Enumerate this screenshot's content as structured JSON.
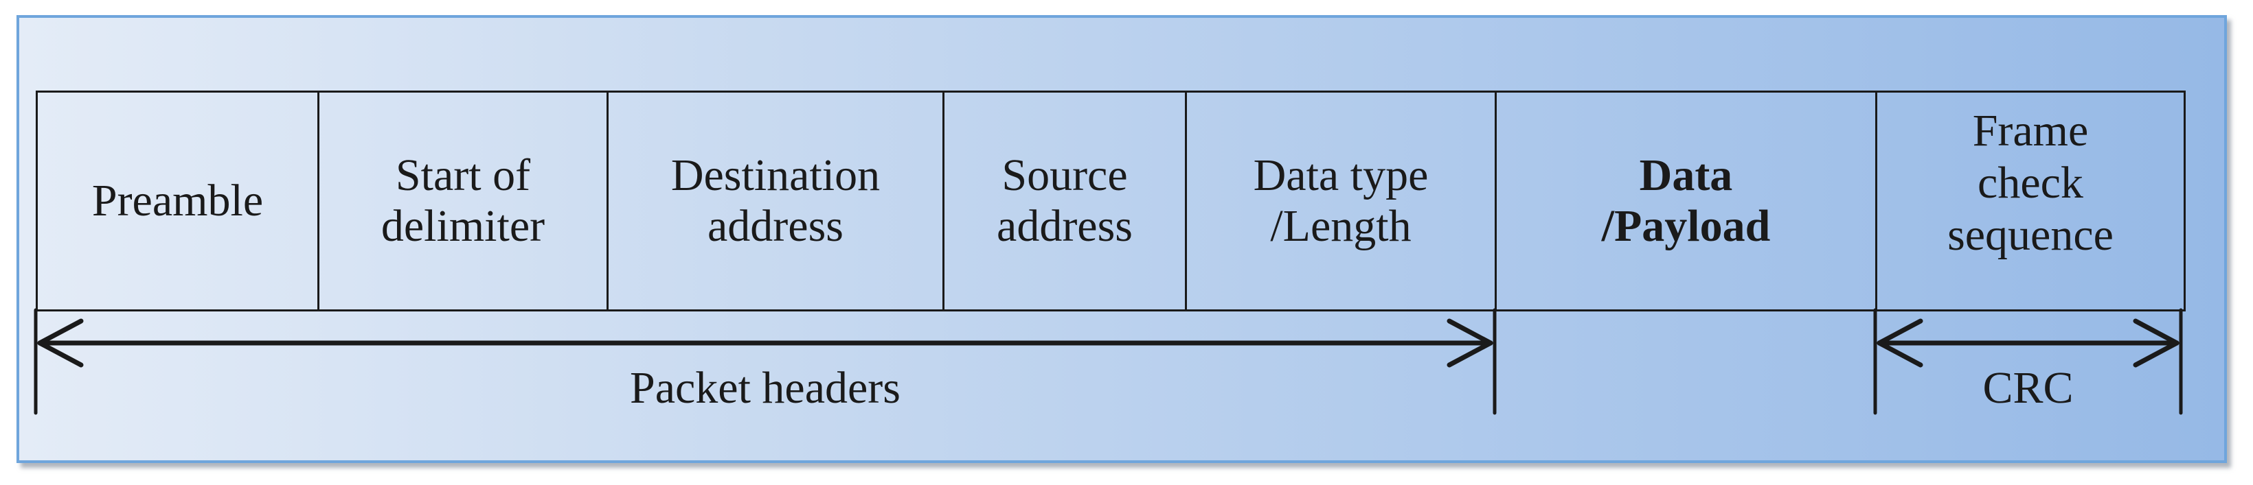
{
  "fields": [
    {
      "id": "preamble",
      "label": "Preamble",
      "bold": false
    },
    {
      "id": "sfd",
      "label": "Start of\ndelimiter",
      "bold": false
    },
    {
      "id": "dest",
      "label": "Destination\naddress",
      "bold": false
    },
    {
      "id": "src",
      "label": "Source\naddress",
      "bold": false
    },
    {
      "id": "type",
      "label": "Data type\n/Length",
      "bold": false
    },
    {
      "id": "data",
      "label": "Data\n/Payload",
      "bold": true
    },
    {
      "id": "fcs",
      "label": "Frame\ncheck\nsequence",
      "bold": false
    }
  ],
  "spans": {
    "headers_label": "Packet headers",
    "crc_label": "CRC"
  },
  "colors": {
    "border": "#6fa5dc",
    "gradient_start": "#e4ecf7",
    "gradient_end": "#96b9e6",
    "ink": "#1a1a1a"
  }
}
